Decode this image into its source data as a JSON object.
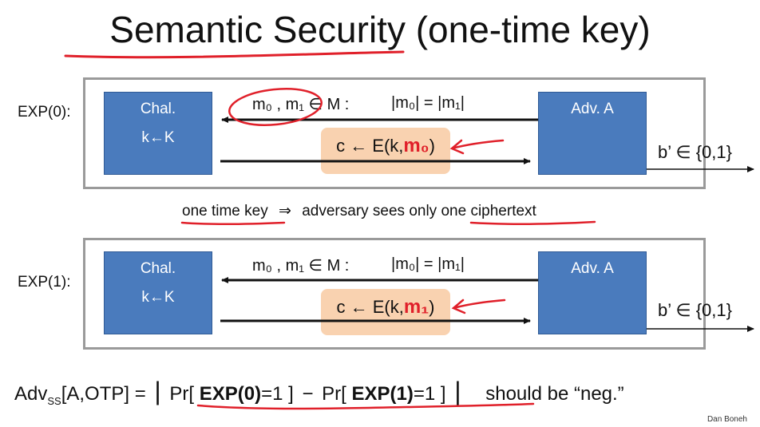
{
  "slide": {
    "title": "Semantic Security (one-time key)",
    "credit": "Dan Boneh"
  },
  "exp0": {
    "label": "EXP(0):",
    "chal_line1": "Chal.",
    "chal_line2": "k←K",
    "adv_line1": "Adv. A",
    "msg_left": "m₀ , m₁ ∈ M :",
    "msg_right": "|m₀| = |m₁|",
    "enc_prefix": "c ← E(k,",
    "enc_msg": "m₀",
    "enc_suffix": ")",
    "output": "b’ ∈ {0,1}"
  },
  "note": {
    "part1": "one time key",
    "arrow": "⇒",
    "part2": "adversary sees only",
    "part3": "one ciphertext"
  },
  "exp1": {
    "label": "EXP(1):",
    "chal_line1": "Chal.",
    "chal_line2": "k←K",
    "adv_line1": "Adv. A",
    "msg_left": "m₀ , m₁ ∈ M :",
    "msg_right": "|m₀| = |m₁|",
    "enc_prefix": "c ← E(k,",
    "enc_msg": "m₁",
    "enc_suffix": ")",
    "output": "b’ ∈ {0,1}"
  },
  "advantage": {
    "adv": "Adv",
    "sub": "SS",
    "args": "[A,OTP] =",
    "bar": "|",
    "pr1": "Pr[",
    "exp0": "EXP(0)",
    "eq1": "=1 ]",
    "minus": "−",
    "pr2": "Pr[",
    "exp1": "EXP(1)",
    "eq2": "=1 ]",
    "conclusion": "should be “neg.”"
  },
  "colors": {
    "box": "#4a7bbd",
    "enc_bg": "#f9d2b0",
    "annotation": "#e0202a"
  }
}
